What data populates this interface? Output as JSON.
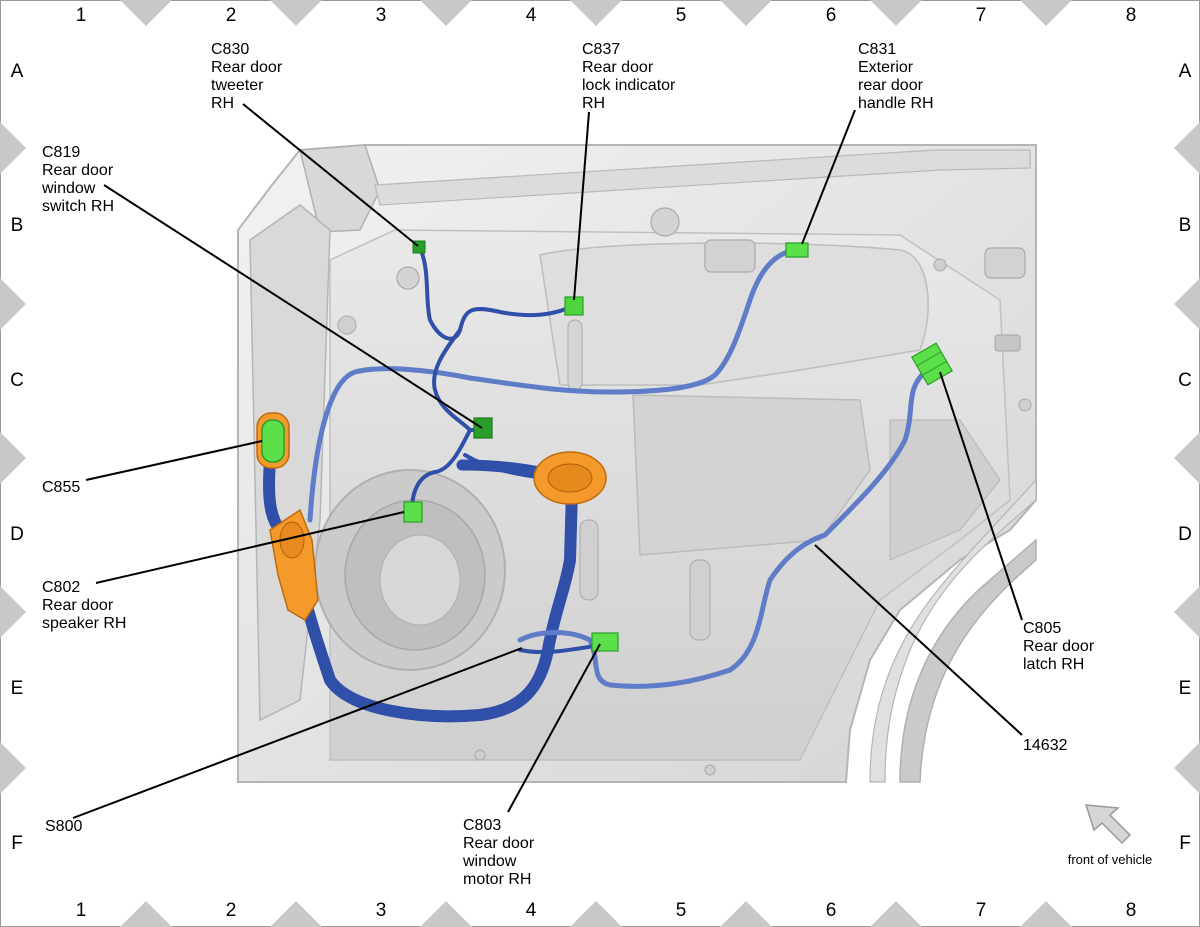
{
  "grid": {
    "columns": [
      "1",
      "2",
      "3",
      "4",
      "5",
      "6",
      "7",
      "8"
    ],
    "rows": [
      "A",
      "B",
      "C",
      "D",
      "E",
      "F"
    ]
  },
  "callouts": [
    {
      "name": "callout-c830",
      "lines": [
        "C830",
        "Rear door",
        "tweeter",
        "RH"
      ]
    },
    {
      "name": "callout-c837",
      "lines": [
        "C837",
        "Rear door",
        "lock indicator",
        "RH"
      ]
    },
    {
      "name": "callout-c831",
      "lines": [
        "C831",
        "Exterior",
        "rear door",
        "handle RH"
      ]
    },
    {
      "name": "callout-c819",
      "lines": [
        "C819",
        "Rear door",
        "window",
        "switch RH"
      ]
    },
    {
      "name": "callout-c855",
      "lines": [
        "C855"
      ]
    },
    {
      "name": "callout-c802",
      "lines": [
        "C802",
        "Rear door",
        "speaker RH"
      ]
    },
    {
      "name": "callout-c805",
      "lines": [
        "C805",
        "Rear door",
        "latch RH"
      ]
    },
    {
      "name": "callout-14632",
      "lines": [
        "14632"
      ]
    },
    {
      "name": "callout-s800",
      "lines": [
        "S800"
      ]
    },
    {
      "name": "callout-c803",
      "lines": [
        "C803",
        "Rear door",
        "window",
        "motor RH"
      ]
    }
  ],
  "direction_label": "front of vehicle",
  "colors": {
    "harness": "#2f4fa8",
    "harness_light": "#5f7cc8",
    "connector": "#5be04a",
    "connector_dark": "#2a9e2a",
    "grommet": "#f39a2a",
    "panel": "#e6e6e6",
    "grid_marker": "#c8c8c8"
  }
}
